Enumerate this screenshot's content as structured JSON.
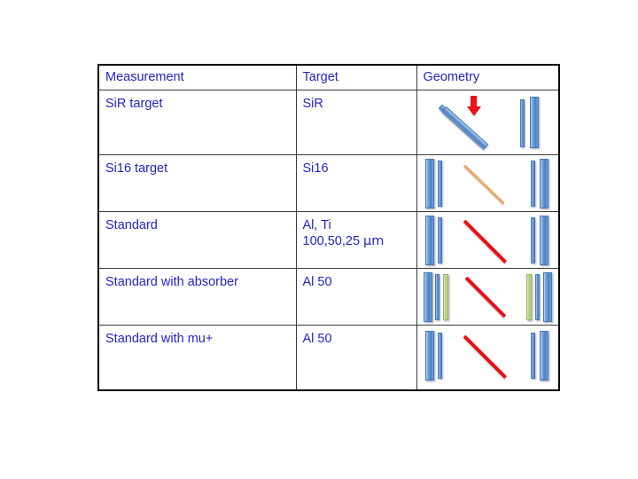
{
  "slide": {
    "background_color": "#ffffff",
    "text_color": "#2323CC",
    "border_color": "#000000"
  },
  "table": {
    "headers": {
      "measurement": "Measurement",
      "target": "Target",
      "geometry": "Geometry"
    },
    "rows": [
      {
        "measurement": "SiR target",
        "target": "SiR",
        "geometry_name": "sir-target-geometry"
      },
      {
        "measurement": "Si16 target",
        "target": "Si16",
        "geometry_name": "si16-target-geometry"
      },
      {
        "measurement": "Standard",
        "target": "Al, Ti\n100,50,25 μm",
        "target_line1": "Al, Ti",
        "target_line2_value": "100,50,25",
        "target_line2_unit": "μm",
        "geometry_name": "standard-geometry"
      },
      {
        "measurement": "Standard with absorber",
        "target": "Al 50",
        "geometry_name": "standard-absorber-geometry"
      },
      {
        "measurement": "Standard with mu+",
        "target": "Al 50",
        "geometry_name": "standard-muplus-geometry"
      }
    ]
  },
  "legend": {
    "detector_bar_color": "#5e92cf",
    "absorber_bar_color": "#a9c977",
    "beam_arrow_color": "#E8101A",
    "standard_line_color": "#E8101A",
    "si16_line_color": "#E8A866"
  }
}
